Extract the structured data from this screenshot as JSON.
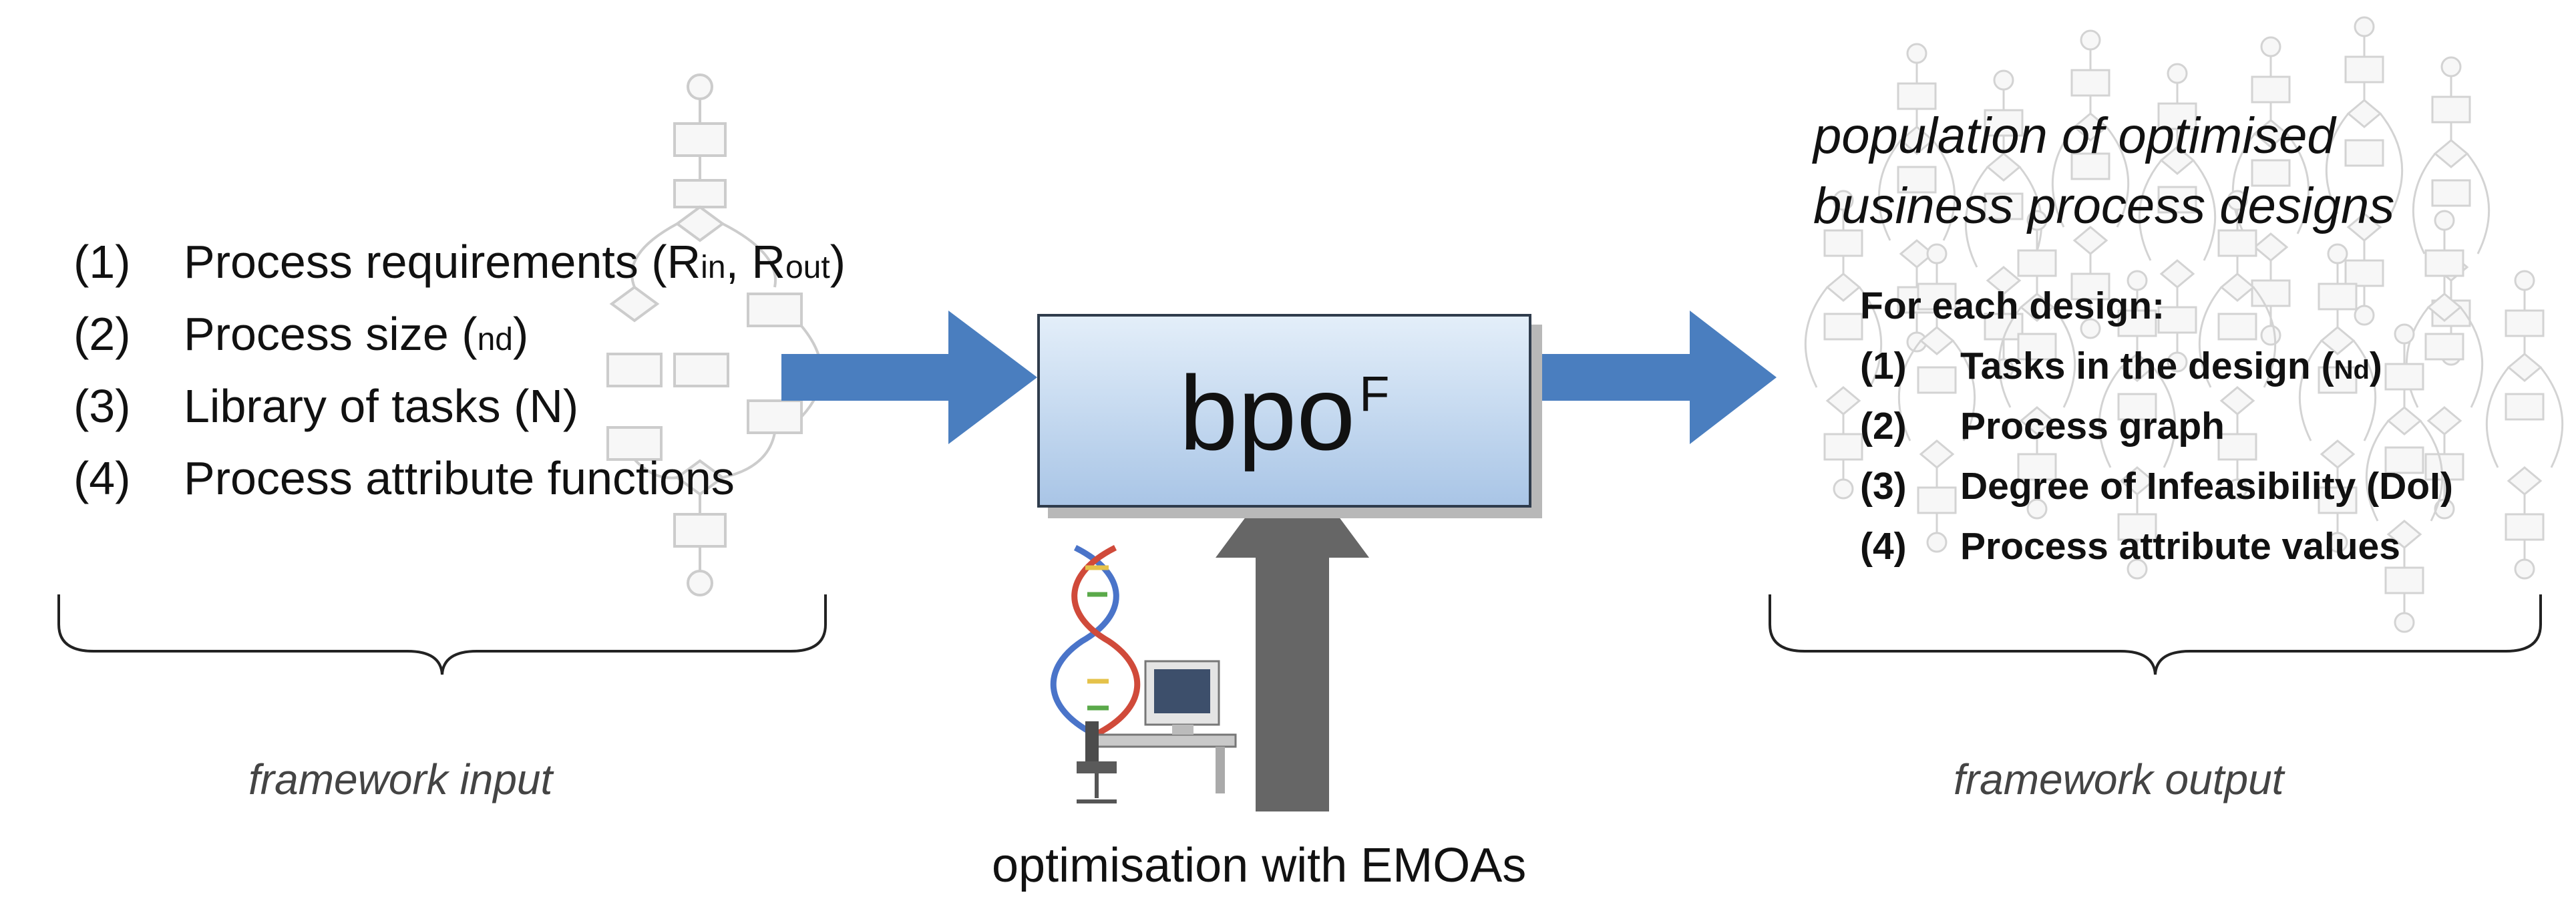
{
  "input": {
    "items": [
      {
        "num": "(1)",
        "text": "Process requirements (",
        "sub1": "R",
        "sub1b": "in",
        "sep": ", ",
        "sub2": "R",
        "sub2b": "out",
        "end": ")"
      },
      {
        "num": "(2)",
        "text": "Process size (",
        "sub": "nd",
        "end": ")"
      },
      {
        "num": "(3)",
        "text": "Library of tasks (N)"
      },
      {
        "num": "(4)",
        "text": "Process attribute functions"
      }
    ],
    "caption": "framework input"
  },
  "core": {
    "label": "bpo",
    "superscript": "F"
  },
  "optimiser": {
    "label": "optimisation with EMOAs"
  },
  "output": {
    "title_line1": "population of optimised",
    "title_line2": "business process designs",
    "heading": "For each design:",
    "items": [
      {
        "num": "(1)",
        "text": "Tasks in the design (",
        "sub": "Nd",
        "end": ")"
      },
      {
        "num": "(2)",
        "text": "Process graph"
      },
      {
        "num": "(3)",
        "text": "Degree of Infeasibility (DoI)"
      },
      {
        "num": "(4)",
        "text": "Process attribute values"
      }
    ],
    "caption": "framework output"
  },
  "colors": {
    "arrow_blue": "#4a7ebf",
    "arrow_gray": "#666666",
    "box_border": "#2f3c4c",
    "faded_graph": "#c8c8c8"
  }
}
